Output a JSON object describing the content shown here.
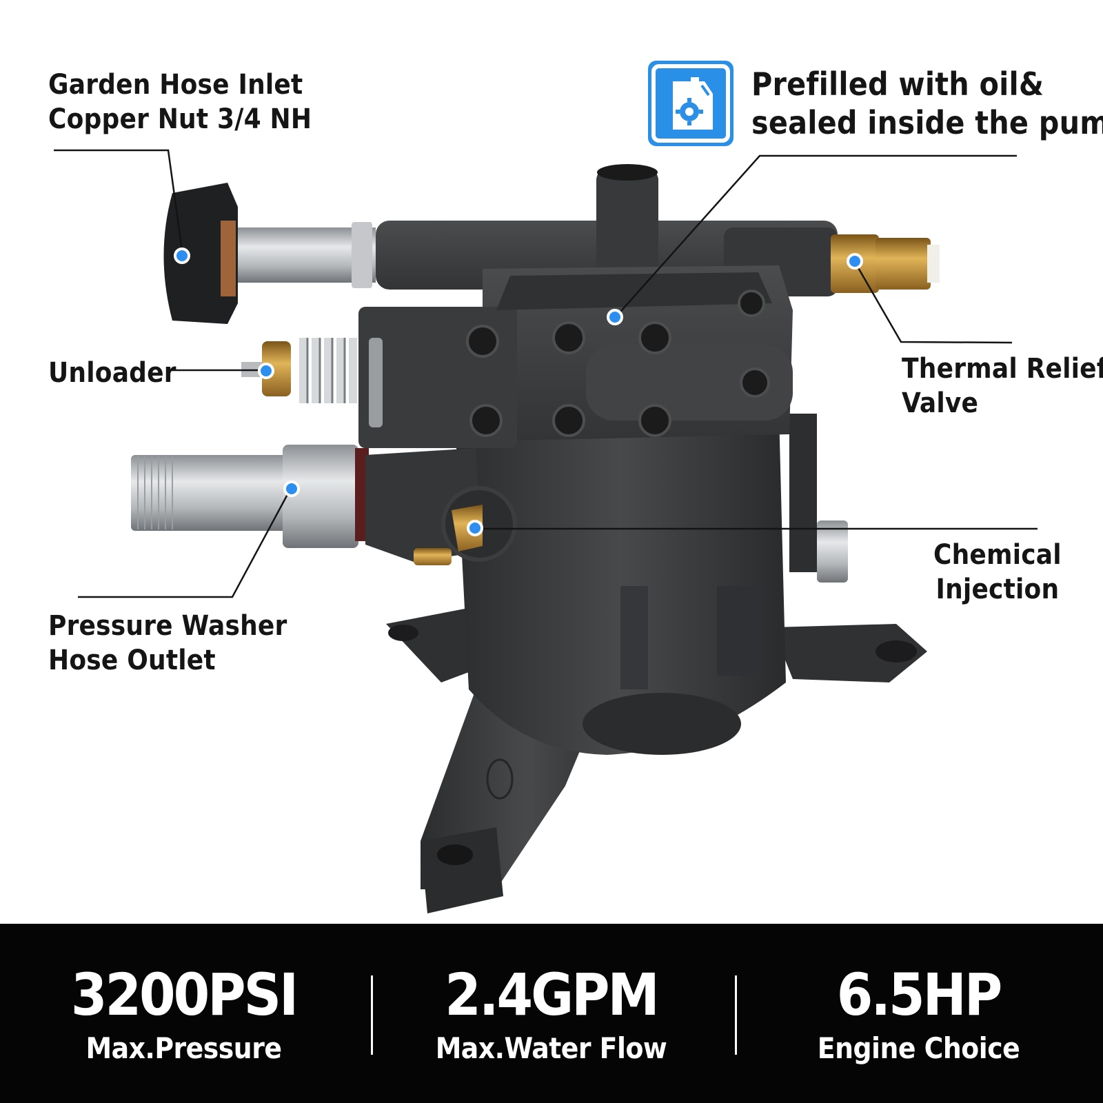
{
  "callouts": {
    "garden_hose_inlet": [
      "Garden Hose Inlet",
      "Copper Nut 3/4 NH"
    ],
    "unloader": [
      "Unloader"
    ],
    "pressure_washer_hose_outlet": [
      "Pressure Washer",
      "Hose Outlet"
    ],
    "prefilled_oil": [
      "Prefilled with oil&",
      "sealed inside the pump"
    ],
    "thermal_relief_valve": [
      "Thermal Relief",
      "Valve"
    ],
    "chemical_injection": [
      "Chemical",
      "Injection"
    ]
  },
  "icons": {
    "oil": "oil-jug-gear-icon",
    "markers": "blue-dot-marker"
  },
  "colors": {
    "accent_blue": "#2a8fe6",
    "marker_blue": "#2b8ef0",
    "spec_bar_bg": "#050505",
    "pump_body": "#3b3c3e"
  },
  "specs": [
    {
      "value": "3200PSI",
      "label": "Max.Pressure"
    },
    {
      "value": "2.4GPM",
      "label": "Max.Water Flow"
    },
    {
      "value": "6.5HP",
      "label": "Engine Choice"
    }
  ]
}
